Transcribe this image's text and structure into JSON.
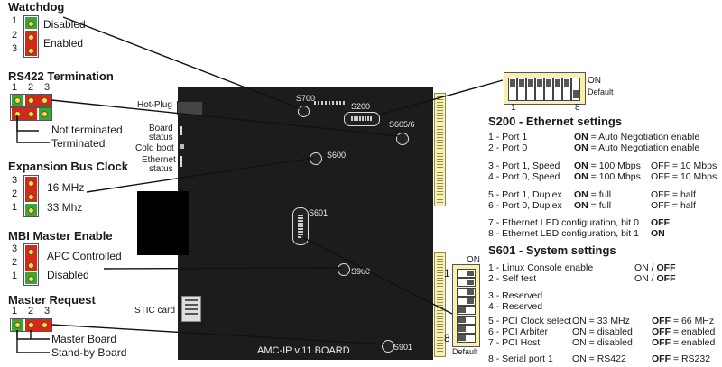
{
  "left": {
    "watchdog": {
      "title": "Watchdog",
      "pins": [
        "1",
        "2",
        "3"
      ],
      "opt1": "Disabled",
      "opt2": "Enabled"
    },
    "rs422": {
      "title": "RS422 Termination",
      "pins": [
        "1",
        "2",
        "3"
      ],
      "opt1": "Not terminated",
      "opt2": "Terminated"
    },
    "expansion": {
      "title": "Expansion Bus Clock",
      "pins": [
        "3",
        "2",
        "1"
      ],
      "opt1": "16 MHz",
      "opt2": "33 Mhz"
    },
    "mbi": {
      "title": "MBI Master Enable",
      "pins": [
        "3",
        "2",
        "1"
      ],
      "opt1": "APC Controlled",
      "opt2": "Disabled"
    },
    "master": {
      "title": "Master Request",
      "pins": [
        "1",
        "2",
        "3"
      ],
      "opt1": "Master Board",
      "opt2": "Stand-by Board"
    }
  },
  "board": {
    "s700": "S700",
    "s200": "S200",
    "s605": "S605/6",
    "s600": "S600",
    "s601": "S601",
    "s900": "S900",
    "s901": "S901",
    "hotplug": "Hot-Plug",
    "board_status_1": "Board",
    "board_status_2": "status",
    "cold_boot": "Cold boot",
    "eth_status_1": "Ethernet",
    "eth_status_2": "status",
    "stic": "STIC card",
    "name": "AMC-IP v.11 BOARD"
  },
  "dip_top": {
    "on": "ON",
    "default": "Default",
    "n1": "1",
    "n8": "8"
  },
  "dip_side": {
    "on": "ON",
    "default": "Default",
    "n1": "1",
    "n8": "8"
  },
  "s200": {
    "title": "S200 - Ethernet settings",
    "rows": [
      {
        "label": "1 - Port 1",
        "on": "ON",
        "on_text": " = Auto Negotiation enable",
        "off": ""
      },
      {
        "label": "2 - Port 0",
        "on": "ON",
        "on_text": " = Auto Negotiation enable",
        "off": ""
      },
      {
        "label": "3 - Port 1, Speed",
        "on": "ON",
        "on_text": " = 100 Mbps",
        "off": "OFF = 10 Mbps"
      },
      {
        "label": "4 - Port 0, Speed",
        "on": "ON",
        "on_text": " = 100 Mbps",
        "off": "OFF = 10 Mbps"
      },
      {
        "label": "5 - Port 1, Duplex",
        "on": "ON",
        "on_text": " = full",
        "off": "OFF = half"
      },
      {
        "label": "6 - Port 0, Duplex",
        "on": "ON",
        "on_text": " = full",
        "off": "OFF = half"
      },
      {
        "label": "7 - Ethernet LED configuration, bit 0",
        "on": "OFF",
        "on_text": "",
        "off": ""
      },
      {
        "label": "8 - Ethernet LED configuration, bit 1",
        "on": "ON",
        "on_text": "",
        "off": ""
      }
    ]
  },
  "s601": {
    "title": "S601 - System settings",
    "rows": [
      {
        "label": "1 - Linux Console enable",
        "a": "ON / ",
        "a_bold": "OFF",
        "b": "",
        "b_bold": ""
      },
      {
        "label": "2 - Self test",
        "a": "ON / ",
        "a_bold": "OFF",
        "b": "",
        "b_bold": ""
      },
      {
        "label": "3 - Reserved",
        "a": "",
        "a_bold": "",
        "b": "",
        "b_bold": ""
      },
      {
        "label": "4 - Reserved",
        "a": "",
        "a_bold": "",
        "b": "",
        "b_bold": ""
      },
      {
        "label": "5 - PCI Clock select",
        "a": "ON = 33 MHz",
        "a_bold": "",
        "b": " = 66 MHz",
        "b_bold": "OFF"
      },
      {
        "label": "6 - PCI Arbiter",
        "a": "ON = disabled",
        "a_bold": "",
        "b": " = enabled",
        "b_bold": "OFF"
      },
      {
        "label": "7 - PCI Host",
        "a": "ON = disabled",
        "a_bold": "",
        "b": " = enabled",
        "b_bold": "OFF"
      },
      {
        "label": "8 - Serial port 1",
        "a": "ON = RS422",
        "a_bold": "",
        "b": " = RS232",
        "b_bold": "OFF"
      }
    ]
  }
}
